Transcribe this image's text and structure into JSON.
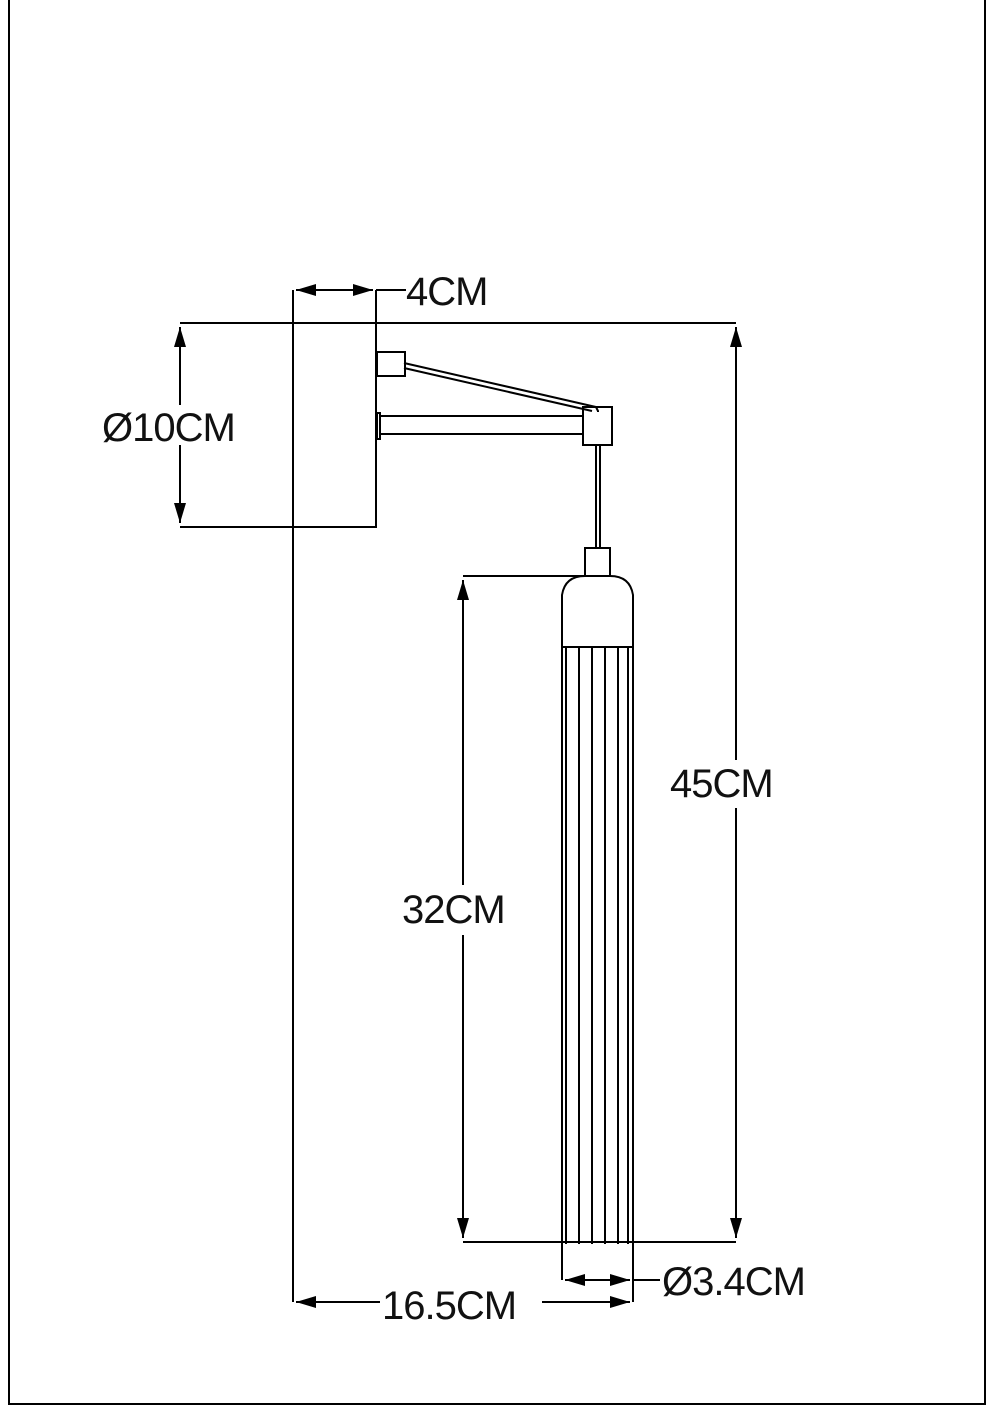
{
  "drawing": {
    "type": "wall lamp dimension drawing",
    "dimensions": {
      "backplate_depth": "4CM",
      "backplate_diameter": "Ø10CM",
      "total_height": "45CM",
      "shade_height": "32CM",
      "shade_diameter": "Ø3.4CM",
      "projection": "16.5CM"
    },
    "shade_flutes": 6,
    "line_color": "#000000",
    "background": "#ffffff"
  }
}
